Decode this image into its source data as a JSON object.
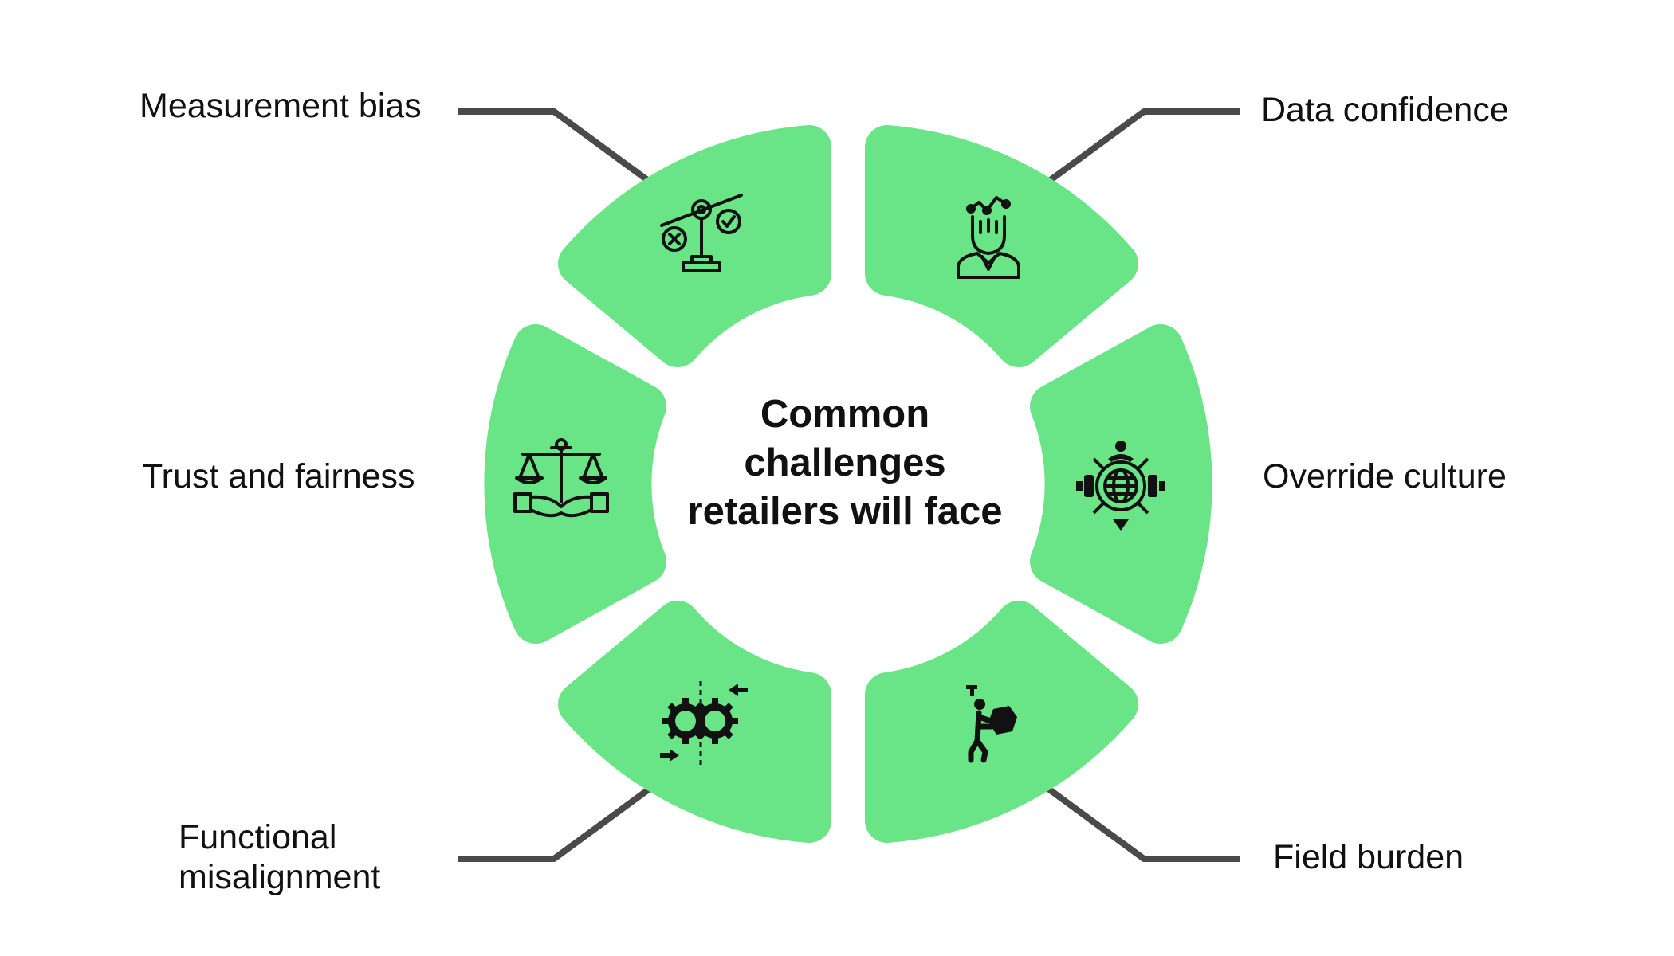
{
  "center": {
    "line1": "Common",
    "line2": "challenges",
    "line3": "retailers will face"
  },
  "labels": {
    "measurement_bias": "Measurement bias",
    "data_confidence": "Data confidence",
    "trust_fairness": "Trust and fairness",
    "override_culture": "Override culture",
    "functional_misalignment_1": "Functional",
    "functional_misalignment_2": "misalignment",
    "field_burden": "Field burden"
  },
  "colors": {
    "segment": "#69E486",
    "connector": "#4a4a4a",
    "icon": "#111111",
    "text": "#111111"
  },
  "icons": {
    "measurement_bias": "balance-scale-check-cross-icon",
    "data_confidence": "analyst-chart-icon",
    "trust_fairness": "justice-scale-hands-icon",
    "override_culture": "global-control-icon",
    "functional_misalignment": "gears-arrows-icon",
    "field_burden": "worker-carrying-load-icon"
  }
}
